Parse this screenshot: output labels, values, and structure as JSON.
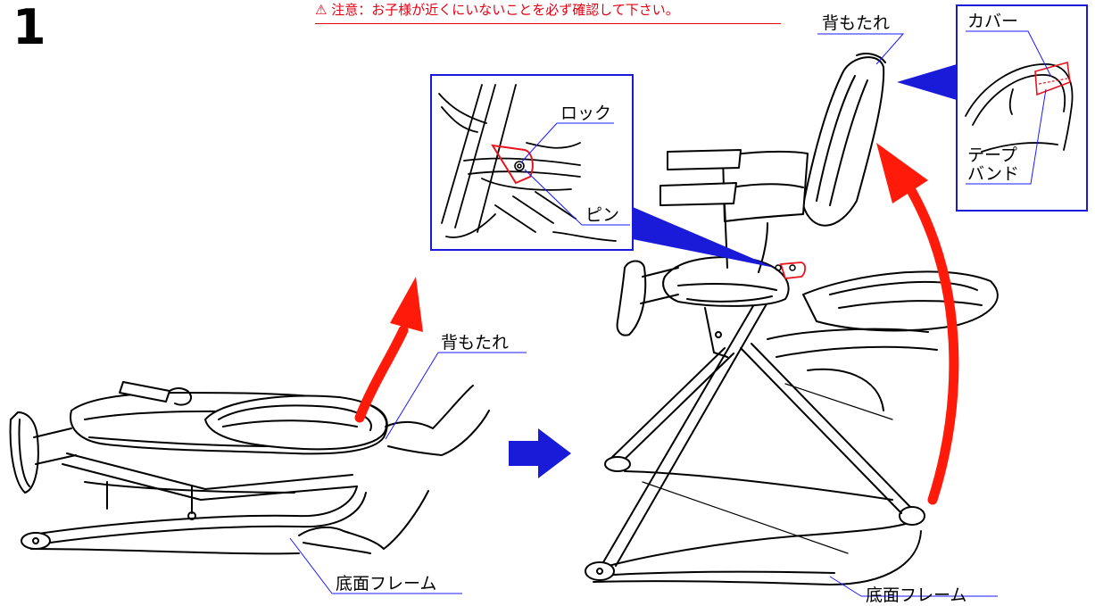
{
  "step_number": "1",
  "warning_text": "⚠ 注意：お子様が近くにいないことを必ず確認して下さい。",
  "labels": {
    "backrest_top": "背もたれ",
    "cover": "カバー",
    "tape_band_line1": "テープ",
    "tape_band_line2": "バンド",
    "lock": "ロック",
    "pin": "ピン",
    "backrest_left": "背もたれ",
    "base_frame_left": "底面フレーム",
    "base_frame_right": "底面フレーム"
  },
  "colors": {
    "callout_line": "#1a1aff",
    "lift_arrow": "#ff1a0a",
    "warning": "#e50012",
    "lock_highlight": "#e8141c",
    "inset_border": "#1a1ad9"
  }
}
